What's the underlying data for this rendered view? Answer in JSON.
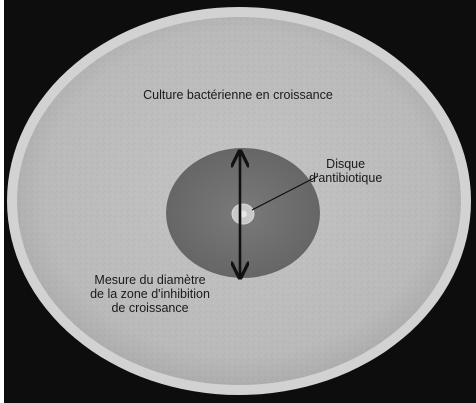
{
  "diagram": {
    "labels": {
      "culture": "Culture bactérienne en croissance",
      "disque_line1": "Disque",
      "disque_line2": "d'antibiotique",
      "mesure_line1": "Mesure du diamètre",
      "mesure_line2": "de la zone d'inhibition",
      "mesure_line3": "de croissance"
    },
    "colors": {
      "background_frame": "#0d0d0d",
      "plate_rim": "#d2d2d2",
      "bacterial_culture": "#bdbdbd",
      "inhibition_zone": "#6e6e6e",
      "antibiotic_disc": "#c9c9c9",
      "arrow": "#111111"
    }
  }
}
